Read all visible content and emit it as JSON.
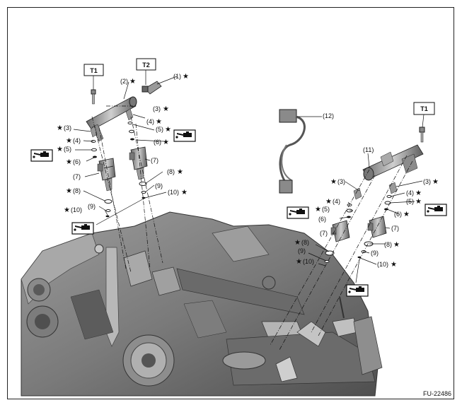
{
  "figure_id": "FU-22486",
  "tools": {
    "t1": "T1",
    "t2": "T2"
  },
  "callouts": {
    "p1": "(1)",
    "p2": "(2)",
    "p3": "(3)",
    "p4": "(4)",
    "p5": "(5)",
    "p6": "(6)",
    "p7": "(7)",
    "p8": "(8)",
    "p9": "(9)",
    "p10": "(10)",
    "p11": "(11)",
    "p12": "(12)",
    "star": "★"
  },
  "icons": {
    "oil_can": "oil-can-icon",
    "engine": "engine-block-drawing",
    "fuel_injector": "fuel-injector-drawing",
    "fuel_pipe": "fuel-pipe-drawing",
    "harness": "wiring-harness-drawing",
    "sensor": "fuel-pressure-sensor-drawing"
  },
  "colors": {
    "line": "#111111",
    "engine_dark": "#6e6e6e",
    "engine_light": "#bdbdbd",
    "part": "#9a9a9a",
    "background": "#ffffff"
  }
}
